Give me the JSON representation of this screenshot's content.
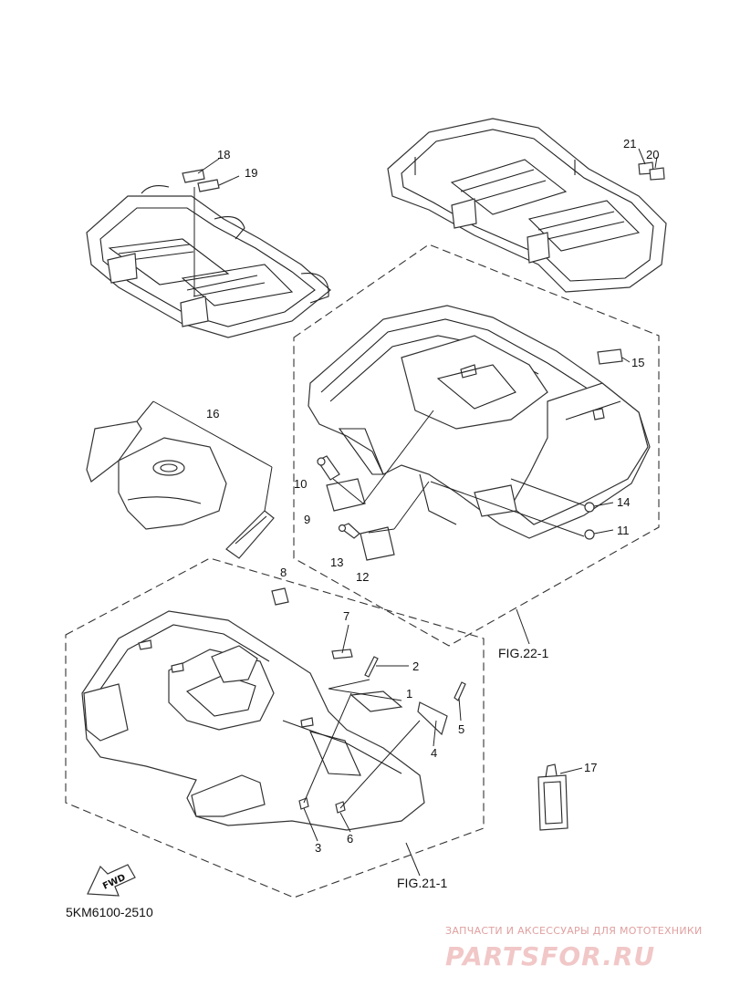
{
  "diagram": {
    "callouts": {
      "c1": "1",
      "c2": "2",
      "c3": "3",
      "c4": "4",
      "c5": "5",
      "c6": "6",
      "c7": "7",
      "c8": "8",
      "c9": "9",
      "c10": "10",
      "c11": "11",
      "c12": "12",
      "c13": "13",
      "c14": "14",
      "c15": "15",
      "c16": "16",
      "c17": "17",
      "c18": "18",
      "c19": "19",
      "c20": "20",
      "c21": "21"
    },
    "fig_refs": {
      "rear": "FIG.22-1",
      "front": "FIG.21-1"
    },
    "fwd_label": "FWD",
    "part_code": "5KM6100-2510",
    "watermark": {
      "tagline": "ЗАПЧАСТИ И АКСЕССУАРЫ ДЛЯ МОТОТЕХНИКИ",
      "brand": "PARTSFOR.RU"
    }
  }
}
